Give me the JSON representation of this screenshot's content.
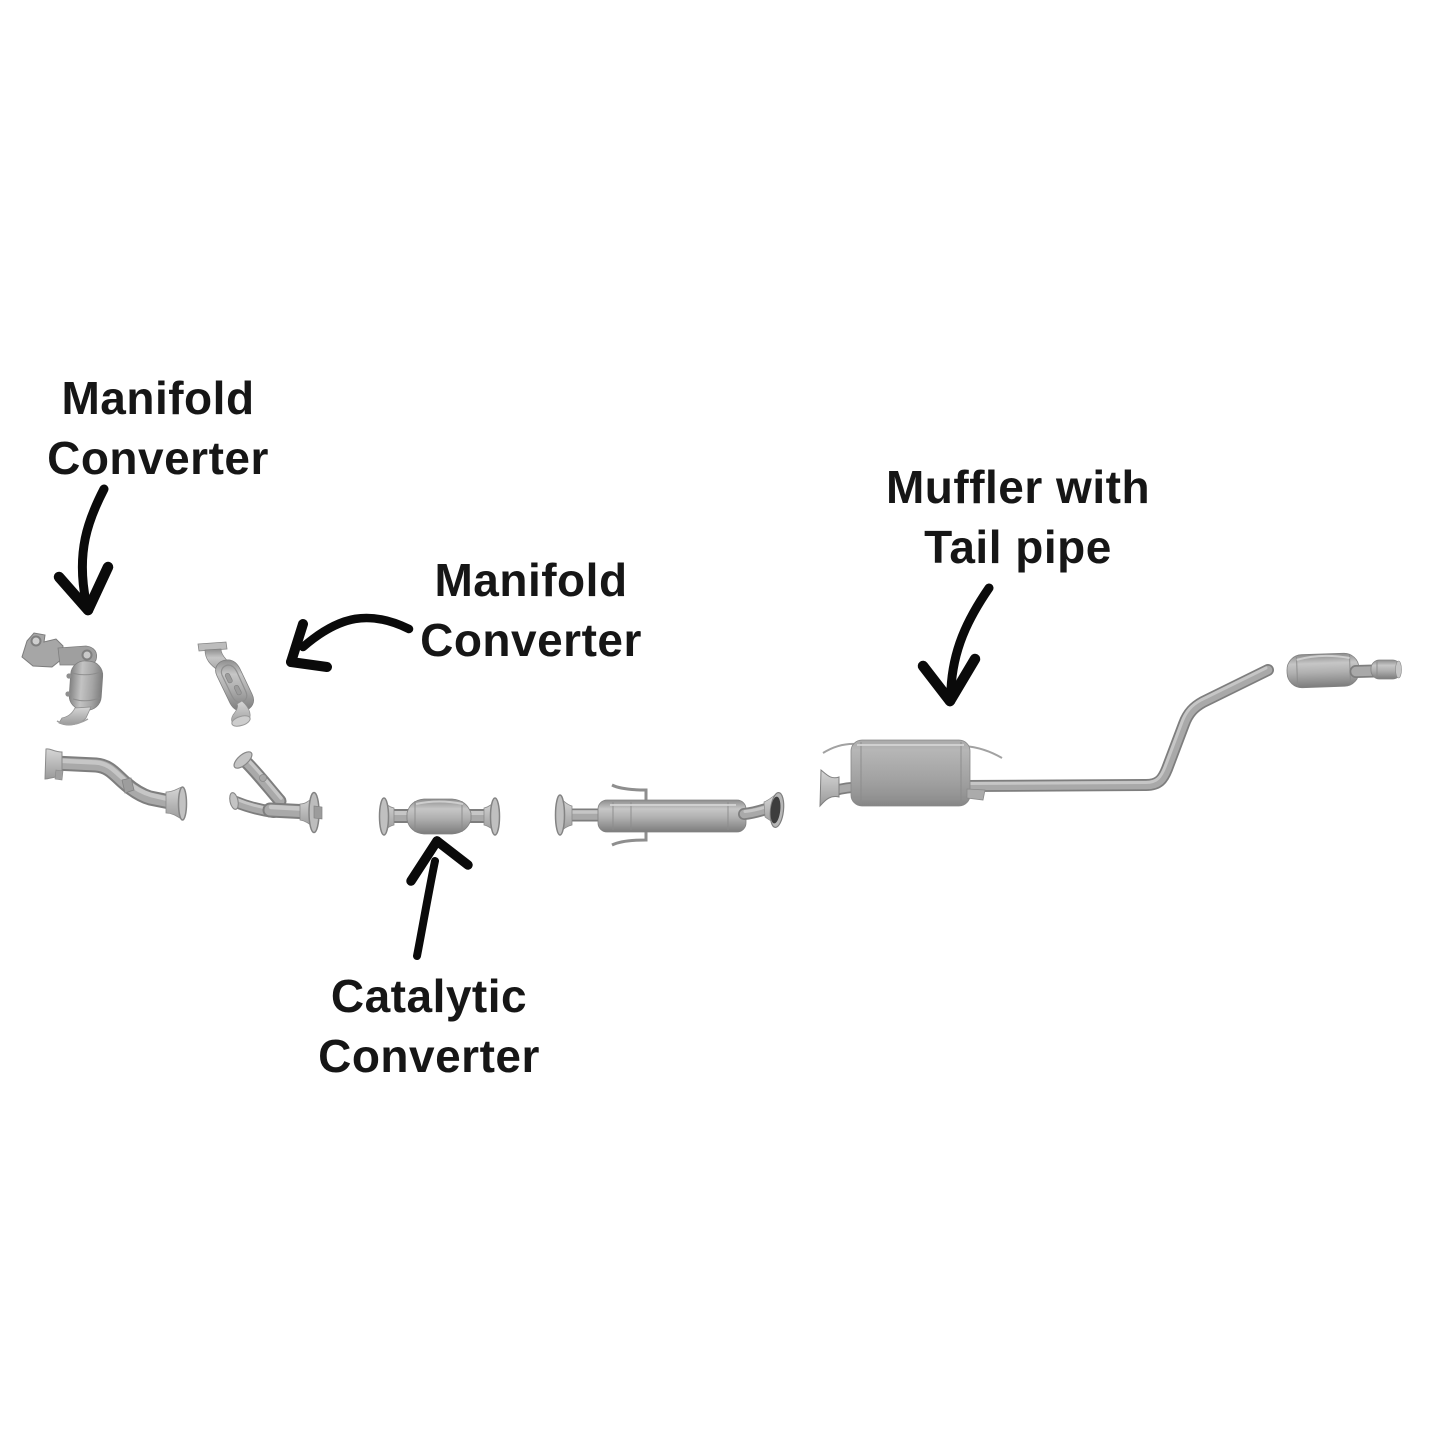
{
  "page": {
    "background": "#ffffff",
    "title": "Exhaust system parts diagram"
  },
  "colors": {
    "label_text": "#161616",
    "arrow": "#0a0a0a",
    "metal_light": "#c9c9c9",
    "metal_mid": "#a6a6a6",
    "metal_dark": "#7f7f7f",
    "pipe_mouth_dark": "#3d3d3d"
  },
  "labels": {
    "manifold_converter_left": {
      "line1": "Manifold",
      "line2": "Converter"
    },
    "manifold_converter_center": {
      "line1": "Manifold",
      "line2": "Converter"
    },
    "muffler_tail_pipe": {
      "line1": "Muffler with",
      "line2": "Tail pipe"
    },
    "catalytic_converter": {
      "line1": "Catalytic",
      "line2": "Converter"
    }
  },
  "part_icons": [
    "manifold-converter-front-icon",
    "manifold-converter-side-icon",
    "front-flex-pipe-icon",
    "y-pipe-icon",
    "catalytic-converter-icon",
    "center-resonator-pipe-icon",
    "muffler-with-tail-pipe-icon"
  ]
}
